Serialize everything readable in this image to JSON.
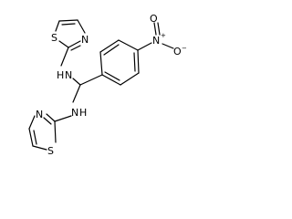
{
  "molecule": {
    "atoms": {
      "n_amine_top": "N",
      "h_amine_top": "H",
      "n_amine_bottom": "N",
      "h_amine_bottom": "H",
      "n_thiazole_top": "N",
      "s_thiazole_top": "S",
      "n_thiazole_bottom": "N",
      "s_thiazole_bottom": "S",
      "n_nitro": "N",
      "n_nitro_charge": "+",
      "o_nitro_up": "O",
      "o_nitro_down": "O",
      "o_nitro_down_charge": "−"
    }
  }
}
